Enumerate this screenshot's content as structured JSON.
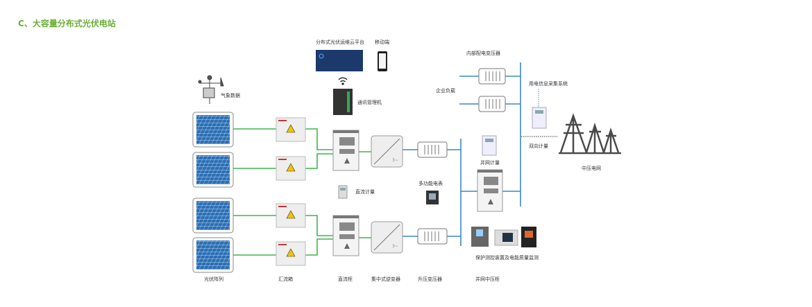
{
  "section_title": "C、大容量分布式光伏电站",
  "labels": {
    "cloud_platform": "分布式光伏运维云平台",
    "mobile": "移动端",
    "weather": "气象数据",
    "comm_manager": "通讯管理机",
    "internal_transformer": "内部配电变压器",
    "enterprise_load": "企业负载",
    "info_collection": "用电信息采集系统",
    "bidirectional_metering": "双向计量",
    "mv_grid": "中压电网",
    "grid_metering": "并网计量",
    "dc_metering": "直流计量",
    "multifunction_meter": "多功能电表",
    "protection": "保护测控装置及电能质量监测",
    "pv_array": "光伏阵列",
    "combiner_box": "汇流箱",
    "dc_cabinet": "直流柜",
    "central_inverter": "集中式逆变器",
    "step_up_transformer": "升压变压器",
    "grid_mv_cabinet": "并网中压柜"
  },
  "colors": {
    "title": "#6ab035",
    "dc_line": "#3bb54a",
    "ac_line": "#3a88c8",
    "panel": "#2a6fb5",
    "tower": "#4a4a4a"
  }
}
